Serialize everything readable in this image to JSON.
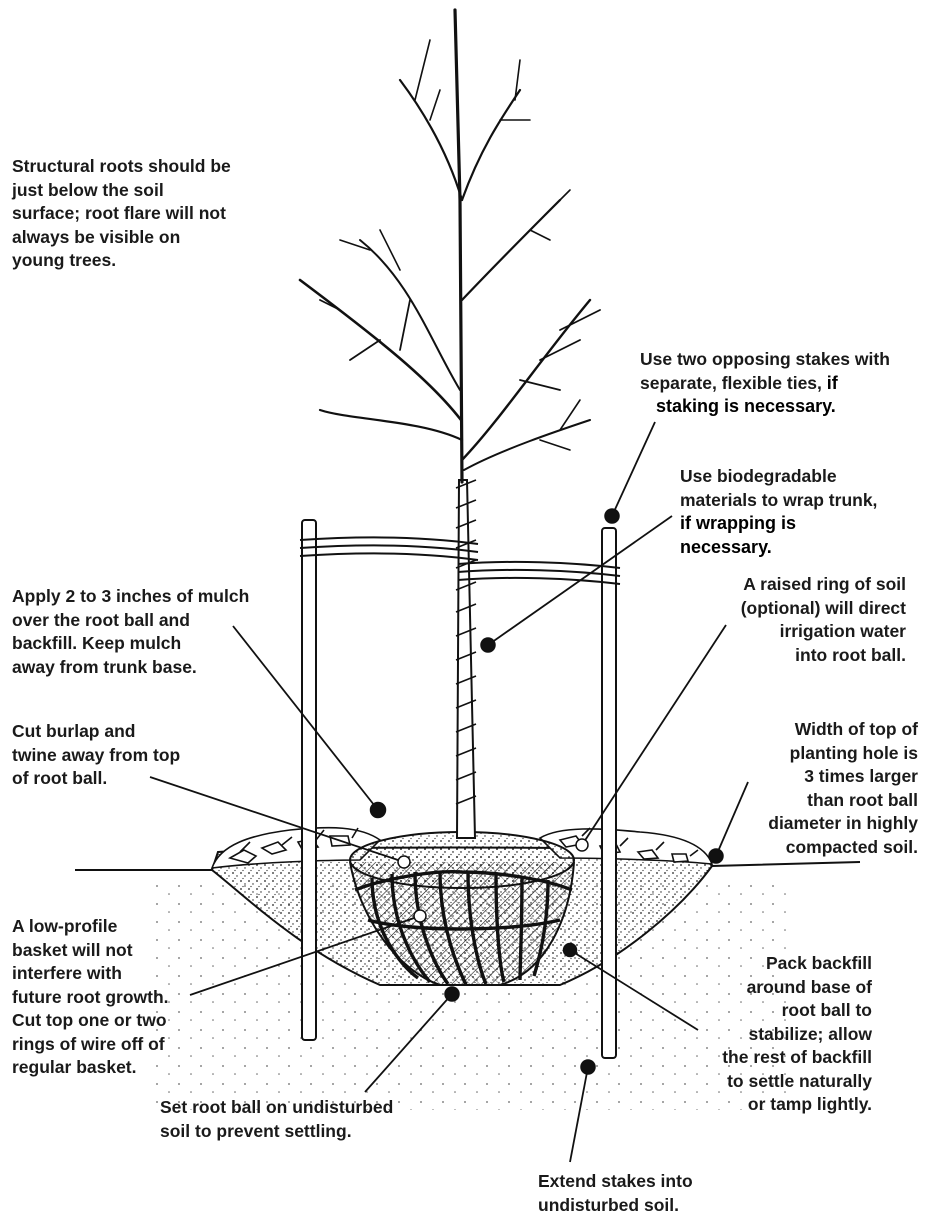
{
  "labels": {
    "structural_roots": [
      "Structural roots should be",
      "just below the soil",
      "surface; root flare will not",
      "always be visible on",
      "young trees."
    ],
    "stakes": {
      "line1": "Use two opposing stakes with",
      "line2_a": "separate, flexible ties, ",
      "line2_b": "if",
      "line3": "staking is necessary."
    },
    "wrap": {
      "line1": "Use biodegradable",
      "line2": "materials to wrap trunk,",
      "line3": "if wrapping is",
      "line4": "necessary."
    },
    "mulch": [
      "Apply 2 to 3 inches of mulch",
      "over the root ball and",
      "backfill. Keep mulch",
      "away from trunk base."
    ],
    "raised_ring": [
      "A raised ring of soil",
      "(optional) will direct",
      "irrigation water",
      "into root ball."
    ],
    "burlap": [
      "Cut burlap and",
      "twine away from top",
      "of root ball."
    ],
    "width": [
      "Width of top of",
      "planting hole is",
      "3 times larger",
      "than root ball",
      "diameter in highly",
      "compacted soil."
    ],
    "basket": [
      "A low-profile",
      "basket will not",
      "interfere with",
      "future root growth.",
      "Cut top one or two",
      "rings of wire off of",
      "regular basket."
    ],
    "backfill": [
      "Pack backfill",
      "around base of",
      "root ball to",
      "stabilize; allow",
      "the rest of backfill",
      "to settle naturally",
      "or tamp lightly."
    ],
    "root_ball": [
      "Set root ball on undisturbed",
      "soil to prevent settling."
    ],
    "extend_stakes": [
      "Extend stakes into",
      "undisturbed soil."
    ]
  },
  "colors": {
    "ink": "#111111",
    "text": "#1a1a1a",
    "paper": "#ffffff",
    "soil": "#e8e8e8"
  }
}
